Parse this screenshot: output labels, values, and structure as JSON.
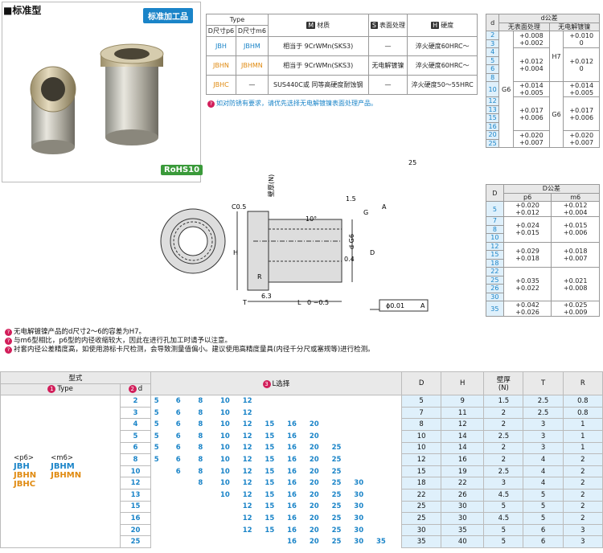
{
  "header": {
    "title": "■标准型",
    "badge": "标准加工品",
    "rohs": "RoHS10"
  },
  "type_table": {
    "h_type": "Type",
    "h_p6": "D尺寸p6",
    "h_m6": "D尺寸m6",
    "h_mat_key": "M",
    "h_mat": "材质",
    "h_surf_key": "S",
    "h_surf": "表面处理",
    "h_hard_key": "H",
    "h_hard": "硬度",
    "rows": [
      {
        "p6": "JBH",
        "m6": "JBHM",
        "mat": "相当于 9CrWMn(SKS3)",
        "surf": "—",
        "hard": "淬火硬度60HRC～"
      },
      {
        "p6": "JBHN",
        "m6": "JBHMN",
        "mat": "相当于 9CrWMn(SKS3)",
        "surf": "无电解镀镍",
        "hard": "淬火硬度60HRC～"
      },
      {
        "p6": "JBHC",
        "m6": "—",
        "mat": "SUS440C或 同等高硬度耐蚀钢",
        "surf": "—",
        "hard": "淬火硬度50～55HRC"
      }
    ],
    "note": "如对防锈有要求，请优先选择无电解镀镍表面处理产品。"
  },
  "d_tol": {
    "title": "d公差",
    "h_d": "d",
    "h_none": "无表面处理",
    "h_ni": "无电解镀镍",
    "ds": [
      "2",
      "3",
      "4",
      "5",
      "6",
      "8",
      "10",
      "12",
      "13",
      "15",
      "16",
      "20",
      "25"
    ],
    "g6": "G6",
    "h7": "H7",
    "g6b": "G6",
    "none_vals": [
      [
        "+0.008",
        "+0.002"
      ],
      [
        "+0.012",
        "+0.004"
      ],
      [
        "+0.014",
        "+0.005"
      ],
      [
        "+0.017",
        "+0.006"
      ],
      [
        "+0.020",
        "+0.007"
      ]
    ],
    "ni_vals": [
      [
        "+0.010",
        "0"
      ],
      [
        "+0.012",
        "0"
      ],
      [
        "+0.014",
        "+0.005"
      ],
      [
        "+0.017",
        "+0.006"
      ],
      [
        "+0.020",
        "+0.007"
      ]
    ]
  },
  "D_tol": {
    "title": "D公差",
    "h_D": "D",
    "h_p6": "p6",
    "h_m6": "m6",
    "Ds": [
      "5",
      "7",
      "8",
      "10",
      "12",
      "15",
      "18",
      "22",
      "25",
      "26",
      "30",
      "35"
    ],
    "p6_vals": [
      [
        "+0.020",
        "+0.012"
      ],
      [
        "+0.024",
        "+0.015"
      ],
      [
        "+0.029",
        "+0.018"
      ],
      [
        "+0.035",
        "+0.022"
      ],
      [
        "+0.042",
        "+0.026"
      ]
    ],
    "m6_vals": [
      [
        "+0.012",
        "+0.004"
      ],
      [
        "+0.015",
        "+0.006"
      ],
      [
        "+0.018",
        "+0.007"
      ],
      [
        "+0.021",
        "+0.008"
      ],
      [
        "+0.025",
        "+0.009"
      ]
    ]
  },
  "drawing": {
    "c05": "C0.5",
    "wall": "壁厚(N)",
    "d15": "1.5",
    "ten": "10°",
    "g": "G",
    "a": "A",
    "h": "H",
    "d": "D",
    "r": "R",
    "t": "T",
    "l": "L",
    "ltol": "0 −0.5",
    "dg6": "d G6",
    "r04": "0.4",
    "r63": "6.3",
    "r25": "25",
    "phi": "ϕ0.01",
    "sym_a": "A"
  },
  "notes": [
    "无电解镀镍产品的d尺寸2～6的容差为H7。",
    "与m6型相比，p6型的内径收缩较大，因此在进行孔加工时请予以注意。",
    "衬套内径公差精度高，如使用游标卡尺检测，会导致测量值偏小。建议使用高精度量具(内径千分尺或塞规等)进行检测。"
  ],
  "main": {
    "h_model": "型式",
    "h_type": "Type",
    "h_d": "d",
    "h_l": "L选择",
    "h_D": "D",
    "h_H": "H",
    "h_wall": "壁厚",
    "h_wall2": "(N)",
    "h_T": "T",
    "h_R": "R",
    "p6_label": "<p6>",
    "m6_label": "<m6>",
    "p6_types": [
      "JBH",
      "JBHN",
      "JBHC"
    ],
    "m6_types": [
      "JBHM",
      "JBHMN"
    ],
    "rows": [
      {
        "d": "2",
        "L": [
          "5",
          "6",
          "8",
          "10",
          "12",
          "",
          "",
          "",
          "",
          ""
        ],
        "D": "5",
        "H": "9",
        "N": "1.5",
        "T": "2.5",
        "R": "0.8"
      },
      {
        "d": "3",
        "L": [
          "5",
          "6",
          "8",
          "10",
          "12",
          "",
          "",
          "",
          "",
          ""
        ],
        "D": "7",
        "H": "11",
        "N": "2",
        "T": "2.5",
        "R": "0.8"
      },
      {
        "d": "4",
        "L": [
          "5",
          "6",
          "8",
          "10",
          "12",
          "15",
          "16",
          "20",
          "",
          ""
        ],
        "D": "8",
        "H": "12",
        "N": "2",
        "T": "3",
        "R": "1"
      },
      {
        "d": "5",
        "L": [
          "5",
          "6",
          "8",
          "10",
          "12",
          "15",
          "16",
          "20",
          "",
          ""
        ],
        "D": "10",
        "H": "14",
        "N": "2.5",
        "T": "3",
        "R": "1"
      },
      {
        "d": "6",
        "L": [
          "5",
          "6",
          "8",
          "10",
          "12",
          "15",
          "16",
          "20",
          "25",
          ""
        ],
        "D": "10",
        "H": "14",
        "N": "2",
        "T": "3",
        "R": "1"
      },
      {
        "d": "8",
        "L": [
          "5",
          "6",
          "8",
          "10",
          "12",
          "15",
          "16",
          "20",
          "25",
          ""
        ],
        "D": "12",
        "H": "16",
        "N": "2",
        "T": "4",
        "R": "2"
      },
      {
        "d": "10",
        "L": [
          "",
          "6",
          "8",
          "10",
          "12",
          "15",
          "16",
          "20",
          "25",
          ""
        ],
        "D": "15",
        "H": "19",
        "N": "2.5",
        "T": "4",
        "R": "2"
      },
      {
        "d": "12",
        "L": [
          "",
          "",
          "8",
          "10",
          "12",
          "15",
          "16",
          "20",
          "25",
          "30"
        ],
        "D": "18",
        "H": "22",
        "N": "3",
        "T": "4",
        "R": "2"
      },
      {
        "d": "13",
        "L": [
          "",
          "",
          "",
          "10",
          "12",
          "15",
          "16",
          "20",
          "25",
          "30"
        ],
        "D": "22",
        "H": "26",
        "N": "4.5",
        "T": "5",
        "R": "2"
      },
      {
        "d": "15",
        "L": [
          "",
          "",
          "",
          "",
          "12",
          "15",
          "16",
          "20",
          "25",
          "30"
        ],
        "D": "25",
        "H": "30",
        "N": "5",
        "T": "5",
        "R": "2"
      },
      {
        "d": "16",
        "L": [
          "",
          "",
          "",
          "",
          "12",
          "15",
          "16",
          "20",
          "25",
          "30"
        ],
        "D": "25",
        "H": "30",
        "N": "4.5",
        "T": "5",
        "R": "2"
      },
      {
        "d": "20",
        "L": [
          "",
          "",
          "",
          "",
          "12",
          "15",
          "16",
          "20",
          "25",
          "30"
        ],
        "D": "30",
        "H": "35",
        "N": "5",
        "T": "6",
        "R": "3"
      },
      {
        "d": "25",
        "L": [
          "",
          "",
          "",
          "",
          "",
          "",
          "16",
          "20",
          "25",
          "30",
          "35"
        ],
        "D": "35",
        "H": "40",
        "N": "5",
        "T": "6",
        "R": "3"
      }
    ]
  },
  "colors": {
    "blue": "#1a84c8",
    "orange": "#e08a10",
    "red": "#d21e5a",
    "lightblue": "#dff0fb"
  }
}
